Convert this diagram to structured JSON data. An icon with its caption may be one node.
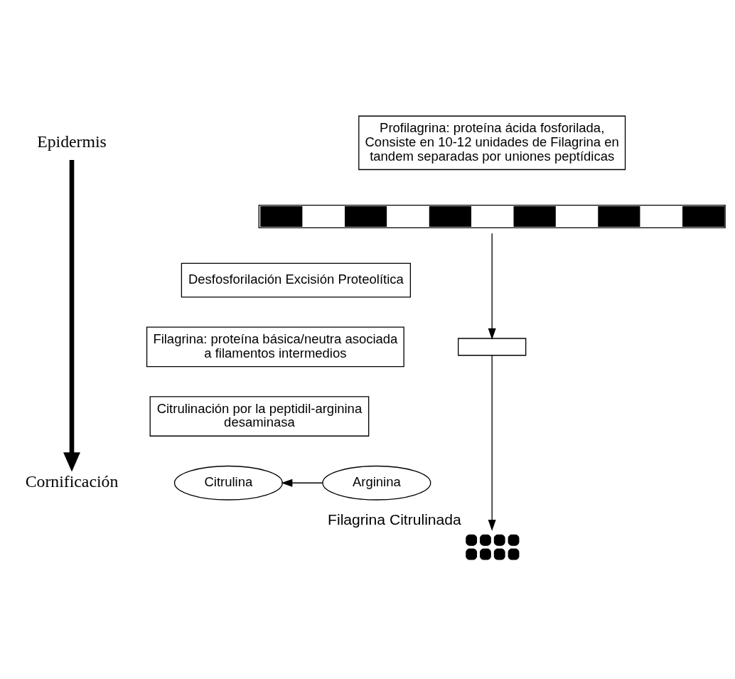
{
  "diagram": {
    "nodes": [
      {
        "text": [
          "Epidermis"
        ]
      },
      {
        "text": [
          "Cornificación"
        ]
      },
      {
        "text": [
          "Profilagrina: proteína ácida fosforilada, Consiste en 10-12 unidades de Filagrina en tandem separadas por uniones peptídicas"
        ]
      },
      {
        "text": [],
        "shape": "bar"
      },
      {
        "text": [
          "Desfosforilación Excisión Proteolítica"
        ]
      },
      {
        "text": [],
        "shape": "box"
      },
      {
        "text": [
          "Filagrina: proteína básica/neutra asociada a filamentos intermedios"
        ]
      },
      {
        "text": [
          "Citrulinación por la peptidil-arginina desaminasa"
        ]
      },
      {
        "text": [
          "Arginina"
        ]
      },
      {
        "text": [
          "Citrulina"
        ]
      },
      {
        "text": [],
        "shape": "picture",
        "beside": [
          "Filagrina Citrulinada"
        ]
      }
    ],
    "edges": [
      {
        "from": 0,
        "to": 1,
        "arrow": "to",
        "style": "thick"
      },
      {
        "from": 3,
        "to": 5,
        "arrow": "to"
      },
      {
        "from": 5,
        "to": 10,
        "arrow": "to"
      },
      {
        "from": 8,
        "to": 9,
        "arrow": "to"
      }
    ]
  }
}
